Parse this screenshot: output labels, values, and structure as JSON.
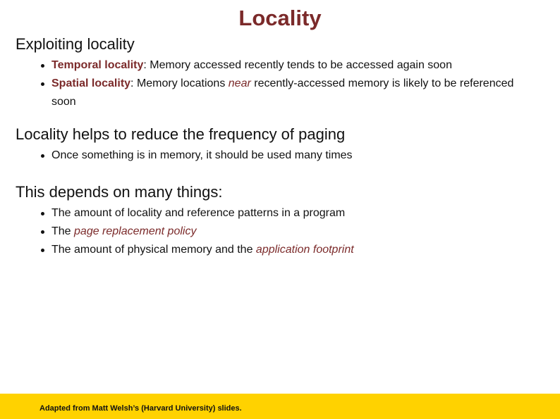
{
  "title": "Locality",
  "sections": [
    {
      "heading": "Exploiting locality",
      "bullets": [
        {
          "term": "Temporal locality",
          "sep": ": ",
          "text": "Memory accessed recently tends to be accessed again soon"
        },
        {
          "term": "Spatial locality",
          "sep": ": ",
          "text_before": "Memory locations ",
          "emph": "near",
          "text_after": " recently-accessed memory is likely to be referenced soon"
        }
      ]
    },
    {
      "heading": "Locality helps to reduce the frequency of paging",
      "bullets": [
        {
          "text": "Once something is in memory, it should be used many times"
        }
      ]
    },
    {
      "heading": "This depends on many things:",
      "bullets": [
        {
          "text": "The amount of locality and reference patterns in a program"
        },
        {
          "text": "The ",
          "emph": "page replacement policy"
        },
        {
          "text": "The amount of physical memory and the ",
          "emph": "application footprint"
        }
      ]
    }
  ],
  "footer": {
    "credit": "Adapted from Matt Welsh’s (Harvard University) slides."
  },
  "colors": {
    "accent": "#7b2a2a",
    "footer_bar": "#ffd200"
  }
}
